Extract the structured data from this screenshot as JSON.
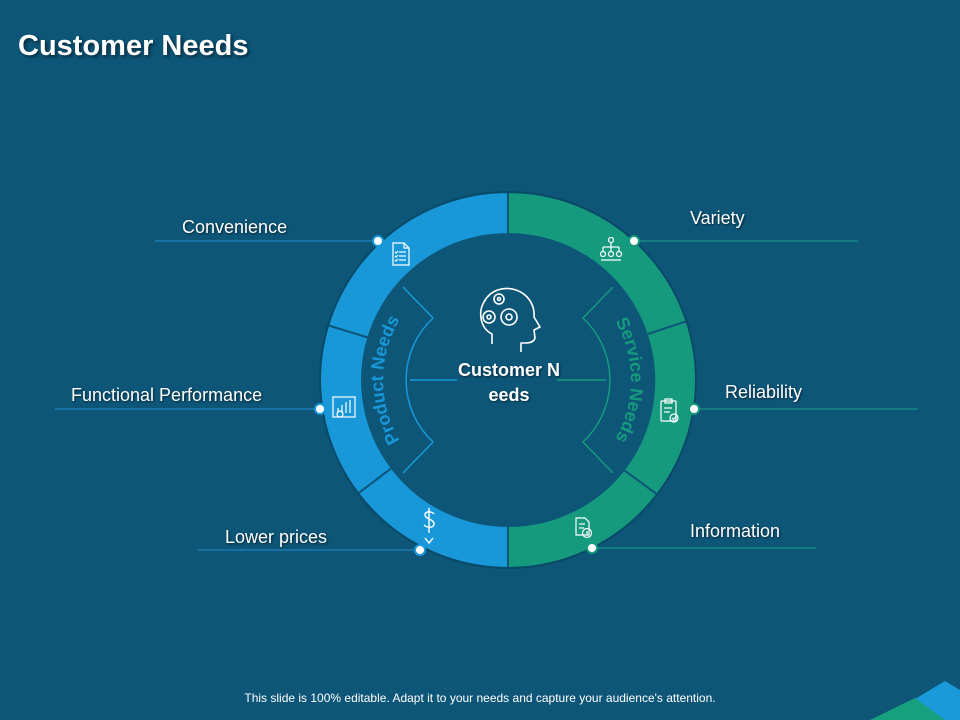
{
  "title": "Customer Needs",
  "center": {
    "label": "Customer Needs"
  },
  "product_needs": {
    "arc_label": "Product Needs",
    "items": [
      {
        "label": "Convenience",
        "icon": "checklist-document-icon"
      },
      {
        "label": "Functional Performance",
        "icon": "performance-chart-gears-icon"
      },
      {
        "label": "Lower prices",
        "icon": "dollar-down-arrow-icon"
      }
    ]
  },
  "service_needs": {
    "arc_label": "Service Needs",
    "items": [
      {
        "label": "Variety",
        "icon": "hierarchy-network-icon"
      },
      {
        "label": "Reliability",
        "icon": "clipboard-check-icon"
      },
      {
        "label": "Information",
        "icon": "document-info-icon"
      }
    ]
  },
  "footer": "This slide is 100% editable. Adapt it to your needs and capture your audience's attention.",
  "colors": {
    "background": "#0d5678",
    "product": "#1898d8",
    "service": "#169a7e",
    "leader_product": "#1e8fd0",
    "leader_service": "#17a38a",
    "corner_a": "#1a9ad8",
    "corner_b": "#16a07e"
  }
}
